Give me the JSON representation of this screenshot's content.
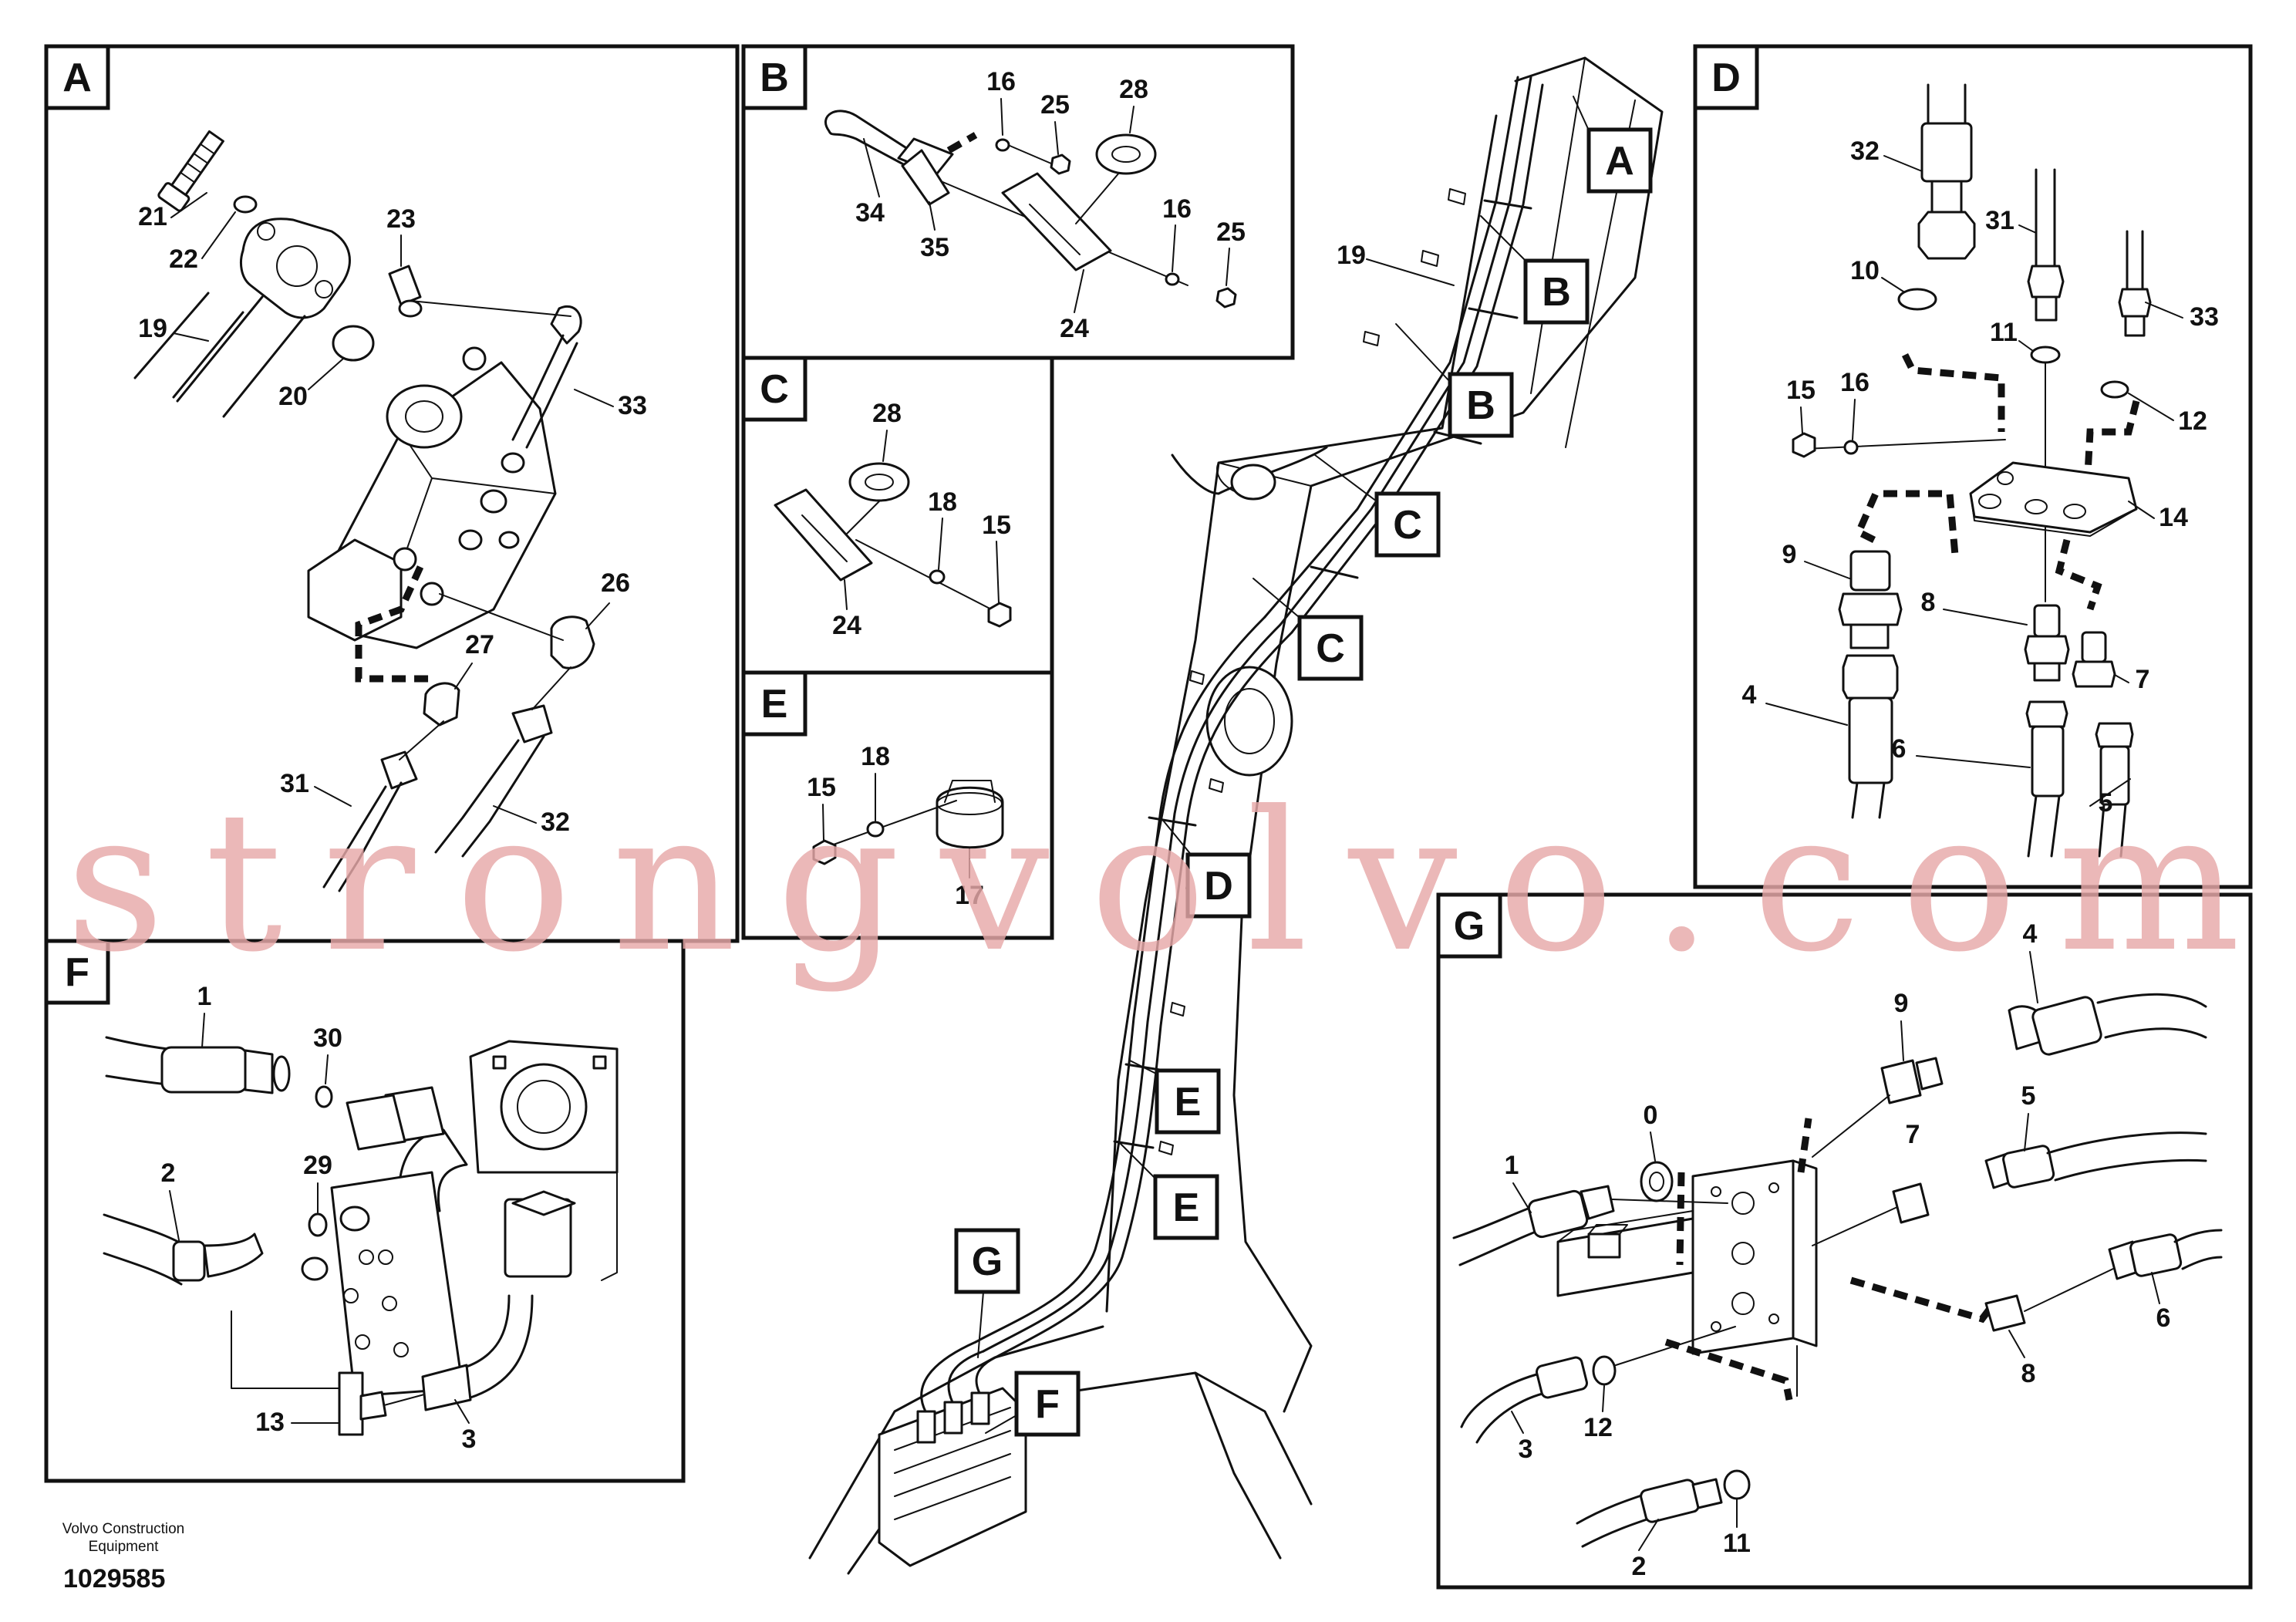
{
  "panels": [
    {
      "id": "A",
      "letter": "A",
      "parts": [
        "21",
        "22",
        "23",
        "19",
        "20",
        "33",
        "26",
        "27",
        "31",
        "32"
      ]
    },
    {
      "id": "B",
      "letter": "B",
      "parts": [
        "16",
        "25",
        "28",
        "34",
        "35",
        "16",
        "25",
        "24"
      ]
    },
    {
      "id": "C",
      "letter": "C",
      "parts": [
        "28",
        "18",
        "15",
        "24"
      ]
    },
    {
      "id": "E",
      "letter": "E",
      "parts": [
        "18",
        "15",
        "17"
      ]
    },
    {
      "id": "F",
      "letter": "F",
      "parts": [
        "1",
        "30",
        "2",
        "29",
        "13",
        "3"
      ]
    },
    {
      "id": "D",
      "letter": "D",
      "parts": [
        "32",
        "31",
        "10",
        "11",
        "33",
        "15",
        "16",
        "12",
        "14",
        "9",
        "8",
        "7",
        "4",
        "6",
        "5"
      ]
    },
    {
      "id": "G",
      "letter": "G",
      "parts": [
        "4",
        "9",
        "0",
        "1",
        "5",
        "7",
        "6",
        "8",
        "3",
        "12",
        "11",
        "2"
      ]
    }
  ],
  "main_callouts": [
    "A",
    "19",
    "B",
    "B",
    "C",
    "C",
    "D",
    "E",
    "E",
    "G",
    "F"
  ],
  "watermark": "strongvolvo.com",
  "footer": {
    "brand_line1": "Volvo Construction",
    "brand_line2": "Equipment",
    "doc_number": "1029585"
  },
  "colors": {
    "ink": "#111111",
    "watermark": "#e7a8a8",
    "paper": "#ffffff"
  }
}
